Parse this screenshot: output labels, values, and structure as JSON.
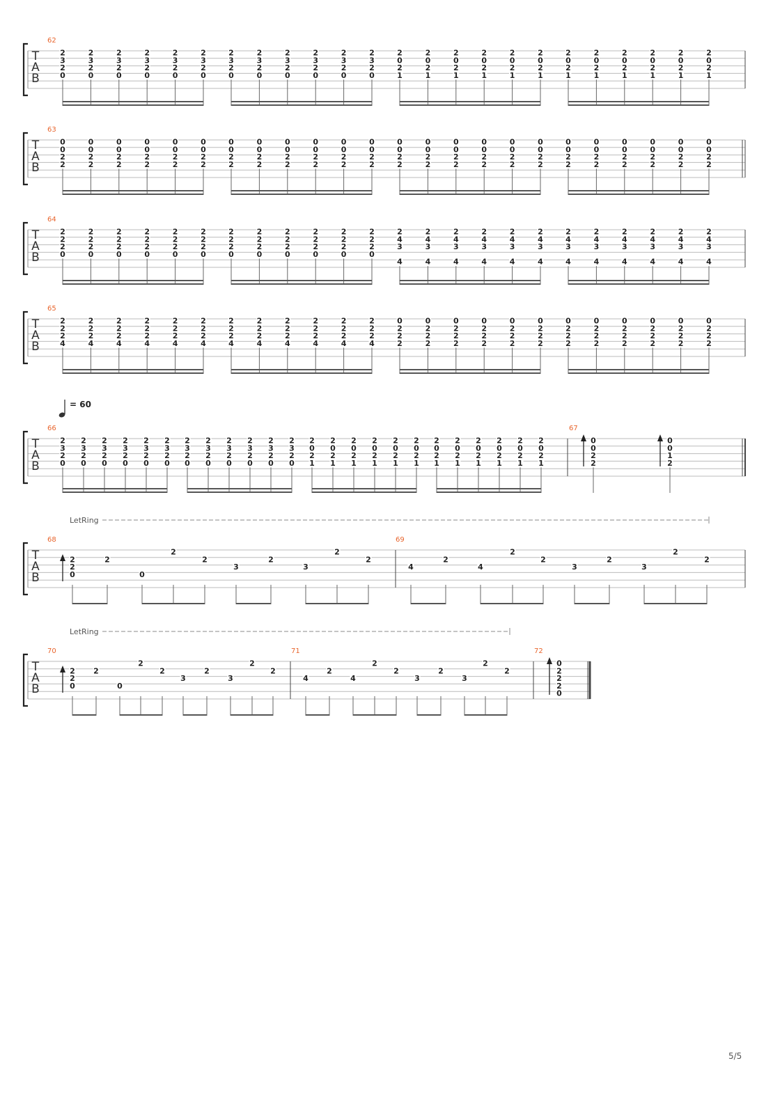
{
  "page": {
    "number": "5/5"
  },
  "notation": {
    "tab_letters": [
      "T",
      "A",
      "B"
    ],
    "let_ring": "LetRing"
  },
  "tempo": {
    "equals": "=",
    "bpm": "60"
  },
  "systems": [
    {
      "id": "system-1",
      "measures": [
        {
          "number": "62",
          "beats": [
            {
              "frets": [
                "2",
                "3",
                "2",
                "0",
                "",
                ""
              ],
              "repeat": 6
            },
            {
              "frets": [
                "2",
                "3",
                "2",
                "0",
                "",
                ""
              ],
              "repeat": 6
            },
            {
              "frets": [
                "2",
                "0",
                "2",
                "1",
                "",
                ""
              ],
              "repeat": 6
            },
            {
              "frets": [
                "2",
                "0",
                "2",
                "1",
                "",
                ""
              ],
              "repeat": 6
            }
          ]
        }
      ]
    },
    {
      "id": "system-2",
      "measures": [
        {
          "number": "63",
          "beats": [
            {
              "frets": [
                "0",
                "0",
                "2",
                "2",
                "",
                ""
              ],
              "repeat": 6
            },
            {
              "frets": [
                "0",
                "0",
                "2",
                "2",
                "",
                ""
              ],
              "repeat": 6
            },
            {
              "frets": [
                "0",
                "0",
                "2",
                "2",
                "",
                ""
              ],
              "repeat": 6
            },
            {
              "frets": [
                "0",
                "0",
                "2",
                "2",
                "",
                ""
              ],
              "repeat": 6
            }
          ]
        }
      ]
    },
    {
      "id": "system-3",
      "measures": [
        {
          "number": "64",
          "beats": [
            {
              "frets": [
                "2",
                "2",
                "2",
                "0",
                "",
                ""
              ],
              "repeat": 6
            },
            {
              "frets": [
                "2",
                "2",
                "2",
                "0",
                "",
                ""
              ],
              "repeat": 6
            },
            {
              "frets": [
                "2",
                "4",
                "3",
                "",
                "4",
                ""
              ],
              "repeat": 6
            },
            {
              "frets": [
                "2",
                "4",
                "3",
                "",
                "4",
                ""
              ],
              "repeat": 6
            }
          ]
        }
      ]
    },
    {
      "id": "system-4",
      "measures": [
        {
          "number": "65",
          "beats": [
            {
              "frets": [
                "2",
                "2",
                "2",
                "4",
                "",
                ""
              ],
              "repeat": 6
            },
            {
              "frets": [
                "2",
                "2",
                "2",
                "4",
                "",
                ""
              ],
              "repeat": 6
            },
            {
              "frets": [
                "0",
                "2",
                "2",
                "2",
                "",
                ""
              ],
              "repeat": 6
            },
            {
              "frets": [
                "0",
                "2",
                "2",
                "2",
                "",
                ""
              ],
              "repeat": 6
            }
          ]
        }
      ]
    },
    {
      "id": "system-5",
      "measures": [
        {
          "number": "66",
          "beats": [
            {
              "frets": [
                "2",
                "3",
                "2",
                "0",
                "",
                ""
              ],
              "repeat": 6
            },
            {
              "frets": [
                "2",
                "3",
                "2",
                "0",
                "",
                ""
              ],
              "repeat": 6
            },
            {
              "frets": [
                "2",
                "0",
                "2",
                "1",
                "",
                ""
              ],
              "repeat": 6
            },
            {
              "frets": [
                "2",
                "0",
                "2",
                "1",
                "",
                ""
              ],
              "repeat": 6
            }
          ]
        },
        {
          "number": "67",
          "chords": [
            {
              "frets": [
                "0",
                "0",
                "2",
                "2",
                "",
                ""
              ]
            },
            {
              "frets": [
                "0",
                "0",
                "1",
                "2",
                "",
                ""
              ]
            }
          ]
        }
      ]
    },
    {
      "id": "system-6",
      "measures": [
        {
          "number": "68",
          "notes": [
            {
              "s": [
                2,
                3
              ],
              "f": [
                "2",
                "2"
              ],
              "also": [
                {
                  "s": 4,
                  "f": "0"
                }
              ]
            },
            {
              "s": 2,
              "f": "2"
            },
            {
              "s": 4,
              "f": "0"
            },
            {
              "s": 1,
              "f": "2"
            },
            {
              "s": 2,
              "f": "2"
            },
            {
              "s": 3,
              "f": "3"
            },
            {
              "s": 2,
              "f": "2"
            },
            {
              "s": 3,
              "f": "3"
            },
            {
              "s": 1,
              "f": "2"
            },
            {
              "s": 2,
              "f": "2"
            }
          ]
        },
        {
          "number": "69",
          "notes": [
            {
              "s": 3,
              "f": "4"
            },
            {
              "s": 2,
              "f": "2"
            },
            {
              "s": 3,
              "f": "4"
            },
            {
              "s": 1,
              "f": "2"
            },
            {
              "s": 2,
              "f": "2"
            },
            {
              "s": 3,
              "f": "3"
            },
            {
              "s": 2,
              "f": "2"
            },
            {
              "s": 3,
              "f": "3"
            },
            {
              "s": 1,
              "f": "2"
            },
            {
              "s": 2,
              "f": "2"
            }
          ]
        }
      ]
    },
    {
      "id": "system-7",
      "measures": [
        {
          "number": "70",
          "notes": []
        },
        {
          "number": "71",
          "notes": []
        },
        {
          "number": "72",
          "chord": [
            "0",
            "2",
            "2",
            "2",
            "0"
          ]
        }
      ]
    }
  ]
}
